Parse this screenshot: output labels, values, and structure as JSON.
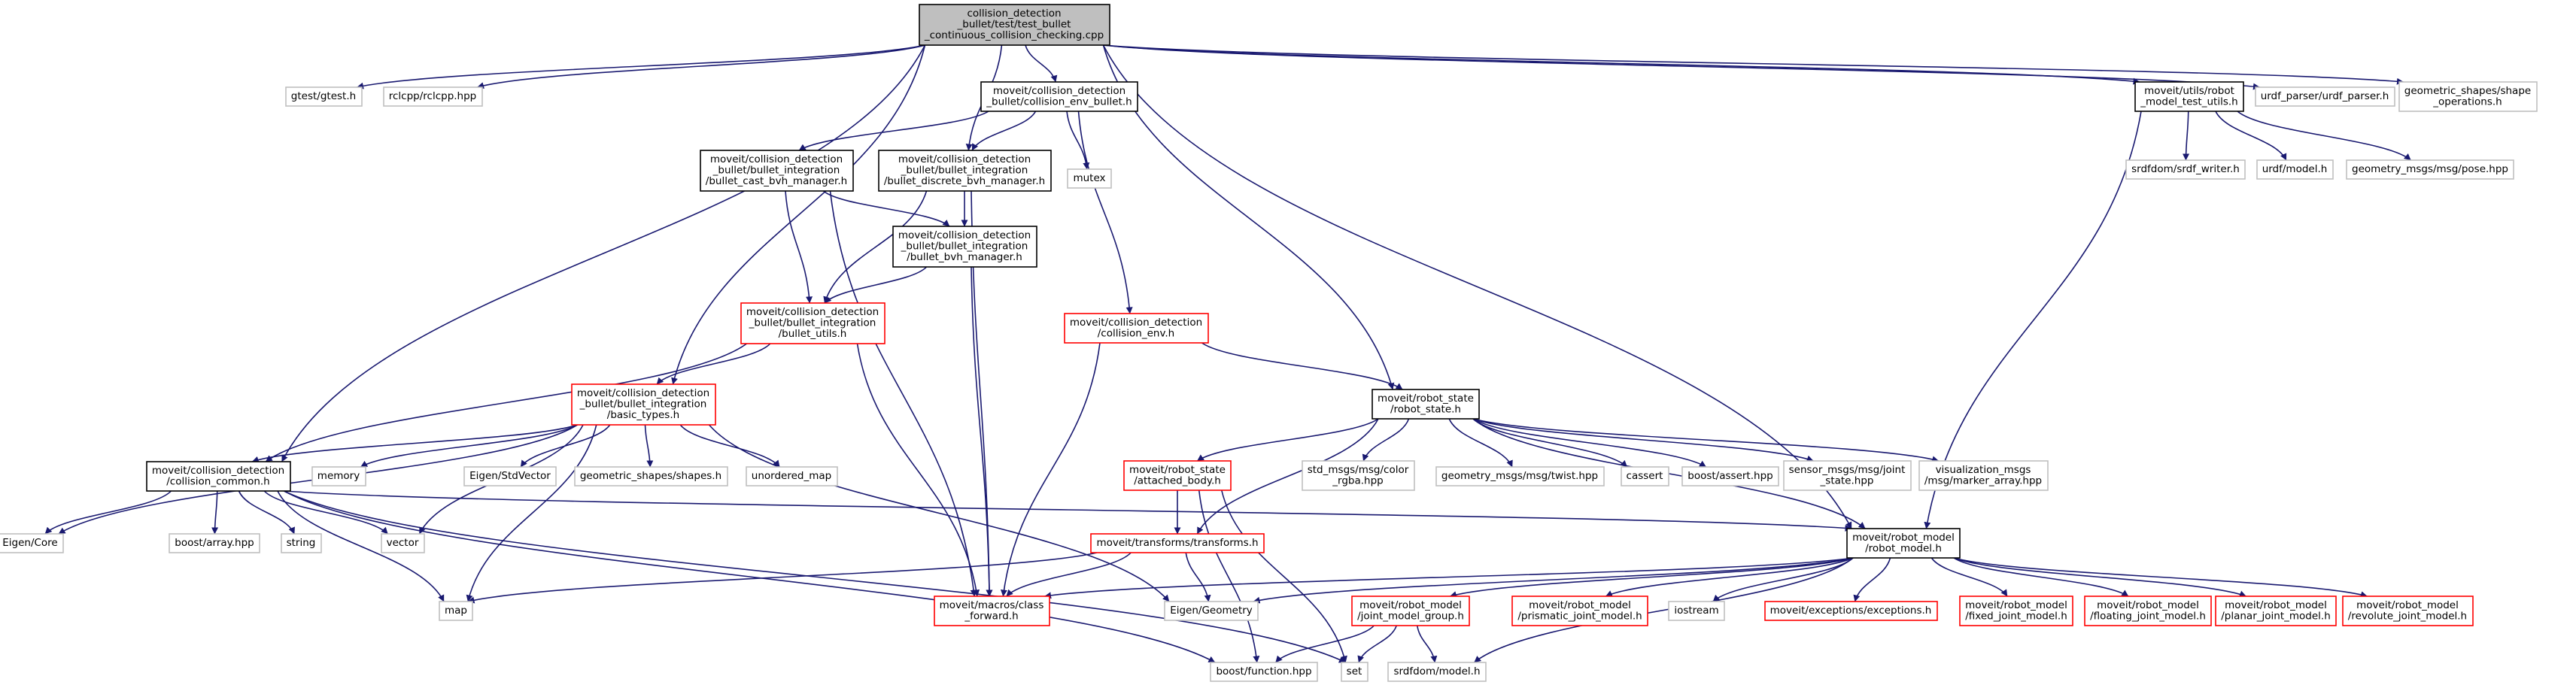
{
  "colors": {
    "root_fill": "#bfbfbf",
    "root_border": "#000000",
    "documented_border": "#000000",
    "undocumented_border": "#bfbfbf",
    "incomplete_border": "#ff0000",
    "edge": "#191970",
    "edge_other": "#404040"
  },
  "nodes": [
    {
      "id": "n0",
      "kind": "root",
      "lines": [
        "collision_detection",
        "_bullet/test/test_bullet",
        "_continuous_collision_checking.cpp"
      ]
    },
    {
      "id": "n1",
      "kind": "plain",
      "lines": [
        "gtest/gtest.h"
      ]
    },
    {
      "id": "n2",
      "kind": "plain",
      "lines": [
        "rclcpp/rclcpp.hpp"
      ]
    },
    {
      "id": "n3",
      "kind": "doc",
      "lines": [
        "moveit/collision_detection",
        "_bullet/collision_env_bullet.h"
      ]
    },
    {
      "id": "n4",
      "kind": "doc",
      "lines": [
        "moveit/collision_detection",
        "_bullet/bullet_integration",
        "/bullet_cast_bvh_manager.h"
      ]
    },
    {
      "id": "n5",
      "kind": "doc",
      "lines": [
        "moveit/collision_detection",
        "_bullet/bullet_integration",
        "/bullet_discrete_bvh_manager.h"
      ]
    },
    {
      "id": "n6",
      "kind": "plain",
      "lines": [
        "mutex"
      ]
    },
    {
      "id": "n7",
      "kind": "doc",
      "lines": [
        "moveit/collision_detection",
        "_bullet/bullet_integration",
        "/bullet_bvh_manager.h"
      ]
    },
    {
      "id": "n8",
      "kind": "red",
      "lines": [
        "moveit/collision_detection",
        "_bullet/bullet_integration",
        "/bullet_utils.h"
      ]
    },
    {
      "id": "n9",
      "kind": "red",
      "lines": [
        "moveit/collision_detection",
        "/collision_env.h"
      ]
    },
    {
      "id": "n10",
      "kind": "red",
      "lines": [
        "moveit/collision_detection",
        "_bullet/bullet_integration",
        "/basic_types.h"
      ]
    },
    {
      "id": "n11",
      "kind": "doc",
      "lines": [
        "moveit/collision_detection",
        "/collision_common.h"
      ]
    },
    {
      "id": "n12",
      "kind": "plain",
      "lines": [
        "memory"
      ]
    },
    {
      "id": "n13",
      "kind": "plain",
      "lines": [
        "Eigen/StdVector"
      ]
    },
    {
      "id": "n14",
      "kind": "plain",
      "lines": [
        "geometric_shapes/shapes.h"
      ]
    },
    {
      "id": "n15",
      "kind": "plain",
      "lines": [
        "unordered_map"
      ]
    },
    {
      "id": "n16",
      "kind": "plain",
      "lines": [
        "Eigen/Core"
      ]
    },
    {
      "id": "n17",
      "kind": "plain",
      "lines": [
        "boost/array.hpp"
      ]
    },
    {
      "id": "n18",
      "kind": "plain",
      "lines": [
        "string"
      ]
    },
    {
      "id": "n19",
      "kind": "plain",
      "lines": [
        "vector"
      ]
    },
    {
      "id": "n20",
      "kind": "plain",
      "lines": [
        "map"
      ]
    },
    {
      "id": "n21",
      "kind": "red",
      "lines": [
        "moveit/macros/class",
        "_forward.h"
      ]
    },
    {
      "id": "n22",
      "kind": "plain",
      "lines": [
        "boost/function.hpp"
      ]
    },
    {
      "id": "n23",
      "kind": "plain",
      "lines": [
        "set"
      ]
    },
    {
      "id": "n24",
      "kind": "doc",
      "lines": [
        "moveit/robot_state",
        "/robot_state.h"
      ]
    },
    {
      "id": "n25",
      "kind": "red",
      "lines": [
        "moveit/robot_state",
        "/attached_body.h"
      ]
    },
    {
      "id": "n26",
      "kind": "plain",
      "lines": [
        "std_msgs/msg/color",
        "_rgba.hpp"
      ]
    },
    {
      "id": "n27",
      "kind": "plain",
      "lines": [
        "geometry_msgs/msg/twist.hpp"
      ]
    },
    {
      "id": "n28",
      "kind": "plain",
      "lines": [
        "cassert"
      ]
    },
    {
      "id": "n29",
      "kind": "plain",
      "lines": [
        "boost/assert.hpp"
      ]
    },
    {
      "id": "n30",
      "kind": "plain",
      "lines": [
        "sensor_msgs/msg/joint",
        "_state.hpp"
      ]
    },
    {
      "id": "n31",
      "kind": "plain",
      "lines": [
        "visualization_msgs",
        "/msg/marker_array.hpp"
      ]
    },
    {
      "id": "n32",
      "kind": "red",
      "lines": [
        "moveit/transforms/transforms.h"
      ]
    },
    {
      "id": "n33",
      "kind": "plain",
      "lines": [
        "Eigen/Geometry"
      ]
    },
    {
      "id": "n34",
      "kind": "doc",
      "lines": [
        "moveit/robot_model",
        "/robot_model.h"
      ]
    },
    {
      "id": "n35",
      "kind": "red",
      "lines": [
        "moveit/robot_model",
        "/joint_model_group.h"
      ]
    },
    {
      "id": "n36",
      "kind": "red",
      "lines": [
        "moveit/robot_model",
        "/prismatic_joint_model.h"
      ]
    },
    {
      "id": "n37",
      "kind": "plain",
      "lines": [
        "iostream"
      ]
    },
    {
      "id": "n38",
      "kind": "red",
      "lines": [
        "moveit/exceptions/exceptions.h"
      ]
    },
    {
      "id": "n39",
      "kind": "red",
      "lines": [
        "moveit/robot_model",
        "/fixed_joint_model.h"
      ]
    },
    {
      "id": "n40",
      "kind": "red",
      "lines": [
        "moveit/robot_model",
        "/floating_joint_model.h"
      ]
    },
    {
      "id": "n41",
      "kind": "red",
      "lines": [
        "moveit/robot_model",
        "/planar_joint_model.h"
      ]
    },
    {
      "id": "n42",
      "kind": "red",
      "lines": [
        "moveit/robot_model",
        "/revolute_joint_model.h"
      ]
    },
    {
      "id": "n43",
      "kind": "plain",
      "lines": [
        "srdfdom/model.h"
      ]
    },
    {
      "id": "n44",
      "kind": "doc",
      "lines": [
        "moveit/utils/robot",
        "_model_test_utils.h"
      ]
    },
    {
      "id": "n45",
      "kind": "plain",
      "lines": [
        "urdf_parser/urdf_parser.h"
      ]
    },
    {
      "id": "n46",
      "kind": "plain",
      "lines": [
        "geometric_shapes/shape",
        "_operations.h"
      ]
    },
    {
      "id": "n47",
      "kind": "plain",
      "lines": [
        "srdfdom/srdf_writer.h"
      ]
    },
    {
      "id": "n48",
      "kind": "plain",
      "lines": [
        "urdf/model.h"
      ]
    },
    {
      "id": "n49",
      "kind": "plain",
      "lines": [
        "geometry_msgs/msg/pose.hpp"
      ]
    }
  ],
  "edges": [
    [
      "n0",
      "n1"
    ],
    [
      "n0",
      "n2"
    ],
    [
      "n0",
      "n3"
    ],
    [
      "n0",
      "n5"
    ],
    [
      "n0",
      "n10"
    ],
    [
      "n0",
      "n11"
    ],
    [
      "n0",
      "n24"
    ],
    [
      "n0",
      "n34"
    ],
    [
      "n0",
      "n44"
    ],
    [
      "n0",
      "n45"
    ],
    [
      "n0",
      "n46"
    ],
    [
      "n3",
      "n4"
    ],
    [
      "n3",
      "n5"
    ],
    [
      "n3",
      "n6"
    ],
    [
      "n3",
      "n9"
    ],
    [
      "n4",
      "n7"
    ],
    [
      "n4",
      "n8"
    ],
    [
      "n4",
      "n21"
    ],
    [
      "n5",
      "n7"
    ],
    [
      "n5",
      "n8"
    ],
    [
      "n5",
      "n21"
    ],
    [
      "n7",
      "n8"
    ],
    [
      "n7",
      "n21"
    ],
    [
      "n8",
      "n10"
    ],
    [
      "n8",
      "n11"
    ],
    [
      "n8",
      "n21"
    ],
    [
      "n9",
      "n24"
    ],
    [
      "n9",
      "n21"
    ],
    [
      "n10",
      "n11"
    ],
    [
      "n10",
      "n12"
    ],
    [
      "n10",
      "n13"
    ],
    [
      "n10",
      "n14"
    ],
    [
      "n10",
      "n15"
    ],
    [
      "n10",
      "n16"
    ],
    [
      "n10",
      "n19"
    ],
    [
      "n10",
      "n20"
    ],
    [
      "n10",
      "n33"
    ],
    [
      "n11",
      "n16"
    ],
    [
      "n11",
      "n17"
    ],
    [
      "n11",
      "n18"
    ],
    [
      "n11",
      "n19"
    ],
    [
      "n11",
      "n20"
    ],
    [
      "n11",
      "n22"
    ],
    [
      "n11",
      "n23"
    ],
    [
      "n11",
      "n34"
    ],
    [
      "n24",
      "n25"
    ],
    [
      "n24",
      "n26"
    ],
    [
      "n24",
      "n27"
    ],
    [
      "n24",
      "n28"
    ],
    [
      "n24",
      "n29"
    ],
    [
      "n24",
      "n30"
    ],
    [
      "n24",
      "n31"
    ],
    [
      "n24",
      "n32"
    ],
    [
      "n24",
      "n34"
    ],
    [
      "n25",
      "n32"
    ],
    [
      "n25",
      "n22"
    ],
    [
      "n25",
      "n23"
    ],
    [
      "n32",
      "n20"
    ],
    [
      "n32",
      "n21"
    ],
    [
      "n32",
      "n33"
    ],
    [
      "n34",
      "n21"
    ],
    [
      "n34",
      "n33"
    ],
    [
      "n34",
      "n35"
    ],
    [
      "n34",
      "n36"
    ],
    [
      "n34",
      "n37"
    ],
    [
      "n34",
      "n38"
    ],
    [
      "n34",
      "n39"
    ],
    [
      "n34",
      "n40"
    ],
    [
      "n34",
      "n41"
    ],
    [
      "n34",
      "n42"
    ],
    [
      "n34",
      "n43"
    ],
    [
      "n35",
      "n22"
    ],
    [
      "n35",
      "n23"
    ],
    [
      "n35",
      "n43"
    ],
    [
      "n44",
      "n34"
    ],
    [
      "n44",
      "n47"
    ],
    [
      "n44",
      "n48"
    ],
    [
      "n44",
      "n49"
    ]
  ]
}
